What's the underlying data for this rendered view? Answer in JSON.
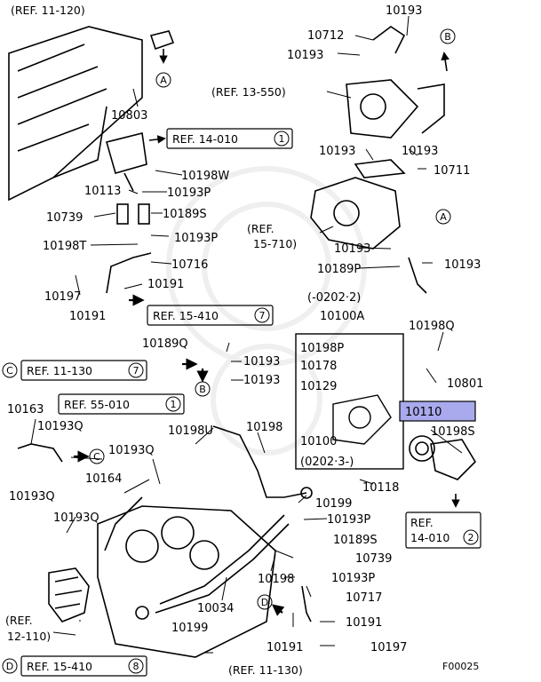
{
  "figure_code": "F00025",
  "highlight_color": "#a9a9ee",
  "callouts": [
    {
      "id": "A",
      "label": "A"
    },
    {
      "id": "B",
      "label": "B"
    },
    {
      "id": "C",
      "label": "C"
    },
    {
      "id": "D",
      "label": "D"
    }
  ],
  "refs": {
    "ref_11_120": "(REF. 11-120)",
    "ref_13_550": "(REF. 13-550)",
    "ref_14_010_1": "REF. 14-010",
    "ref_14_010_1_num": "1",
    "ref_15_710_a": "(REF.",
    "ref_15_710_b": "15-710)",
    "ref_15_410_7": "REF. 15-410",
    "ref_15_410_7_num": "7",
    "ref_11_130_7": "REF. 11-130",
    "ref_11_130_7_num": "7",
    "ref_55_010_1": "REF. 55-010",
    "ref_55_010_1_num": "1",
    "ref_14_010_2_a": "REF.",
    "ref_14_010_2_b": "14-010",
    "ref_14_010_2_num": "2",
    "ref_12_110_a": "(REF.",
    "ref_12_110_b": "12-110)",
    "ref_15_410_8": "REF. 15-410",
    "ref_15_410_8_num": "8",
    "ref_11_130_b": "(REF. 11-130)"
  },
  "parts": {
    "p10193_top": "10193",
    "p10712": "10712",
    "p10193_a": "10193",
    "p10803": "10803",
    "p10193_b": "10193",
    "p10193_c": "10193",
    "p10711": "10711",
    "p10198W": "10198W",
    "p10113": "10113",
    "p10193P_a": "10193P",
    "p10739_a": "10739",
    "p10189S_a": "10189S",
    "p10198T": "10198T",
    "p10193P_b": "10193P",
    "p10716": "10716",
    "p10197_a": "10197",
    "p10191_a": "10191",
    "p10191_b": "10191",
    "p10193_d": "10193",
    "p10189P_a": "10189P",
    "p10193_e": "10193",
    "p0202_2": "(-0202·2)",
    "p10100A": "10100A",
    "p10189Q": "10189Q",
    "p10198P": "10198P",
    "p10198Q": "10198Q",
    "p10178": "10178",
    "p10193_f": "10193",
    "p10193_g": "10193",
    "p10801": "10801",
    "p10129": "10129",
    "p10110": "10110",
    "p10163": "10163",
    "p10193Q_a": "10193Q",
    "p10198U": "10198U",
    "p10198_a": "10198",
    "p10198S": "10198S",
    "p10100": "10100",
    "p0202_3": "(0202·3-)",
    "p10193Q_b": "10193Q",
    "p10118": "10118",
    "p10164": "10164",
    "p10193Q_c": "10193Q",
    "p10199_a": "10199",
    "p10193P_c": "10193P",
    "p10193Q_d": "10193Q",
    "p10189S_b": "10189S",
    "p10739_b": "10739",
    "p10198_b": "10198",
    "p10193P_d": "10193P",
    "p10717": "10717",
    "p10034": "10034",
    "p10191_c": "10191",
    "p10199_b": "10199",
    "p10191_d": "10191",
    "p10197_b": "10197"
  }
}
